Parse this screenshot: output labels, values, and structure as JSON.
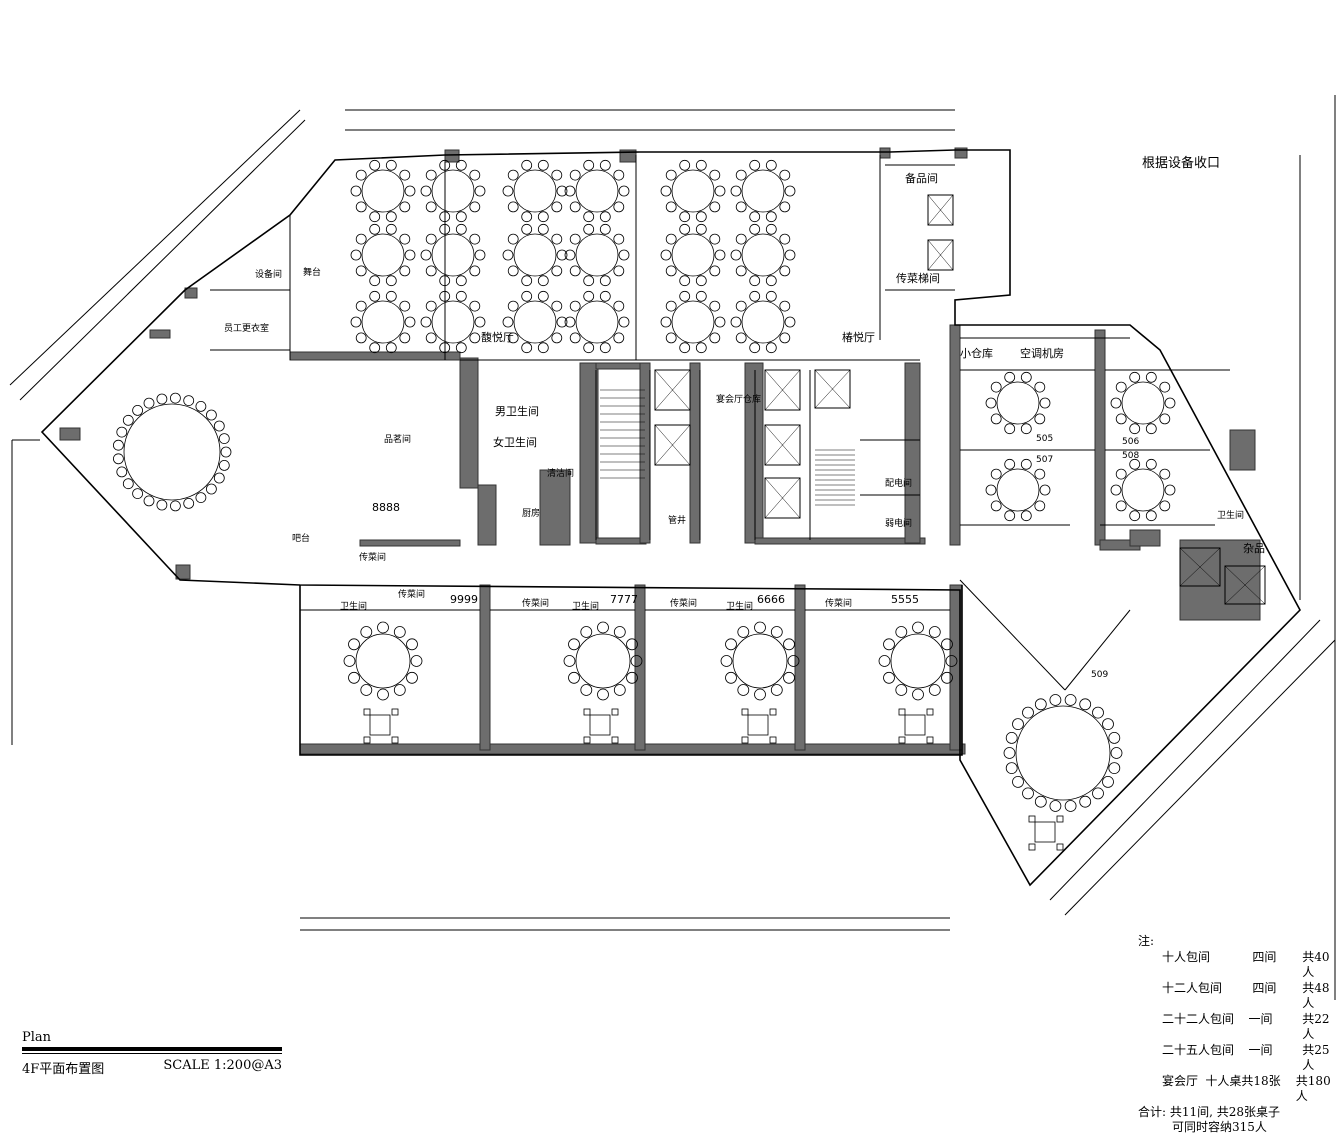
{
  "callout": "根据设备收口",
  "rooms": {
    "banquet_a": "馥悦厅",
    "banquet_b": "椿悦厅",
    "stage": "舞台",
    "equip": "设备间",
    "staff": "员工更衣室",
    "storage": "备品间",
    "dish_lift": "传菜梯间",
    "small_store": "小仓库",
    "ac_room": "空调机房",
    "male_wc": "男卫生间",
    "female_wc": "女卫生间",
    "clean": "清洁间",
    "kitchen": "厨房",
    "pantry": "宴会厅仓库",
    "pipe": "管井",
    "elec1": "配电间",
    "elec2": "弱电间",
    "tea": "品茗间",
    "bar": "吧台",
    "serve": "传菜间",
    "wc": "卫生间",
    "misc": "杂品",
    "r8888": "8888",
    "r9999": "9999",
    "r7777": "7777",
    "r6666": "6666",
    "r5555": "5555",
    "r505": "505",
    "r506": "506",
    "r507": "507",
    "r508": "508",
    "r509": "509"
  },
  "tables": {
    "ten": "十人桌",
    "twelve": "十二人桌",
    "twentyfive": "二十五人桌",
    "twentytwo": "二十二人桌"
  },
  "notes": {
    "heading": "注:",
    "lines": [
      {
        "type": "十人包间",
        "rooms": "四间",
        "total": "共40人"
      },
      {
        "type": "十二人包间",
        "rooms": "四间",
        "total": "共48人"
      },
      {
        "type": "二十二人包间",
        "rooms": "一间",
        "total": "共22人"
      },
      {
        "type": "二十五人包间",
        "rooms": "一间",
        "total": "共25人"
      },
      {
        "type": "宴会厅",
        "rooms": "十人桌共18张",
        "total": "共180人"
      }
    ],
    "sum1": "合计: 共11间, 共28张桌子",
    "sum2": "可同时容纳315人"
  },
  "title": {
    "plan": "Plan",
    "name": "4F平面布置图",
    "scale": "SCALE  1:200@A3"
  }
}
